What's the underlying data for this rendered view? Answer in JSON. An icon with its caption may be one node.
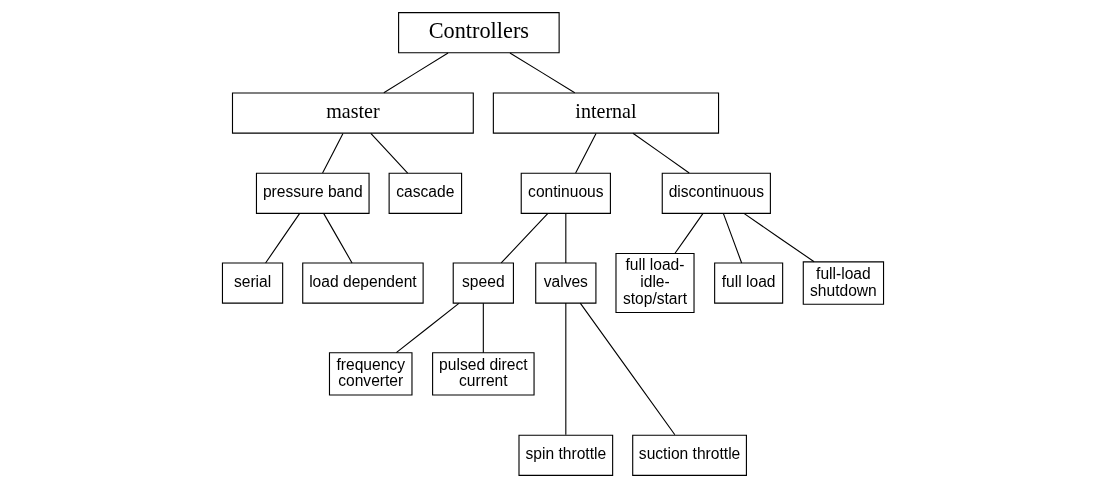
{
  "diagram": {
    "nodes": [
      {
        "text": [
          "Controllers"
        ]
      },
      {
        "text": [
          "master"
        ]
      },
      {
        "text": [
          "internal"
        ]
      },
      {
        "text": [
          "pressure band"
        ]
      },
      {
        "text": [
          "cascade"
        ]
      },
      {
        "text": [
          "continuous"
        ]
      },
      {
        "text": [
          "discontinuous"
        ]
      },
      {
        "text": [
          "serial"
        ]
      },
      {
        "text": [
          "load dependent"
        ]
      },
      {
        "text": [
          "speed"
        ]
      },
      {
        "text": [
          "valves"
        ]
      },
      {
        "text": [
          "full load-idle-stop/start"
        ]
      },
      {
        "text": [
          "full load"
        ]
      },
      {
        "text": [
          "full-load shutdown"
        ]
      },
      {
        "text": [
          "frequency converter"
        ]
      },
      {
        "text": [
          "pulsed direct current"
        ]
      },
      {
        "text": [
          "spin throttle"
        ]
      },
      {
        "text": [
          "suction throttle"
        ]
      }
    ],
    "edges": [
      {
        "from": 0,
        "to": 1,
        "arrow": "none"
      },
      {
        "from": 0,
        "to": 2,
        "arrow": "none"
      },
      {
        "from": 1,
        "to": 3,
        "arrow": "none"
      },
      {
        "from": 1,
        "to": 4,
        "arrow": "none"
      },
      {
        "from": 2,
        "to": 5,
        "arrow": "none"
      },
      {
        "from": 2,
        "to": 6,
        "arrow": "none"
      },
      {
        "from": 3,
        "to": 7,
        "arrow": "none"
      },
      {
        "from": 3,
        "to": 8,
        "arrow": "none"
      },
      {
        "from": 5,
        "to": 9,
        "arrow": "none"
      },
      {
        "from": 5,
        "to": 10,
        "arrow": "none"
      },
      {
        "from": 6,
        "to": 11,
        "arrow": "none"
      },
      {
        "from": 6,
        "to": 12,
        "arrow": "none"
      },
      {
        "from": 6,
        "to": 13,
        "arrow": "none"
      },
      {
        "from": 9,
        "to": 14,
        "arrow": "none"
      },
      {
        "from": 9,
        "to": 15,
        "arrow": "none"
      },
      {
        "from": 10,
        "to": 16,
        "arrow": "none"
      },
      {
        "from": 10,
        "to": 17,
        "arrow": "none"
      }
    ]
  }
}
